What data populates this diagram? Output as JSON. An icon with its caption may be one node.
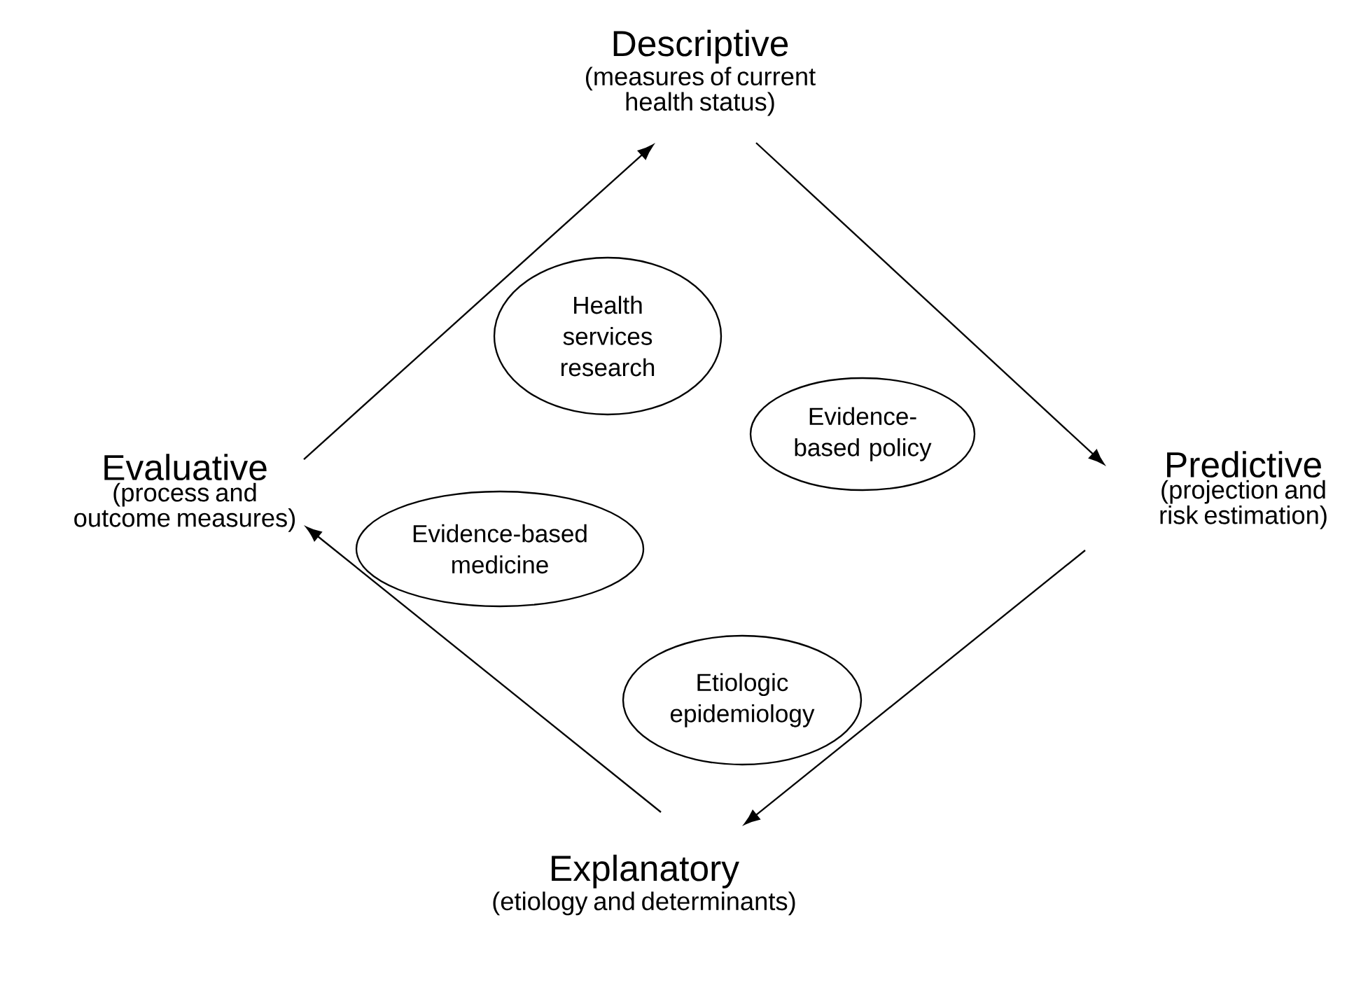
{
  "diagram": {
    "nodes": [
      {
        "text": [
          "Descriptive",
          "(measures of current health status)"
        ]
      },
      {
        "text": [
          "Health services research"
        ]
      },
      {
        "text": [
          "Evidence-based policy"
        ]
      },
      {
        "text": [
          "Evaluative",
          "(process and outcome measures)"
        ]
      },
      {
        "text": [
          "Predictive",
          "(projection and risk estimation)"
        ]
      },
      {
        "text": [
          "Evidence-based medicine"
        ]
      },
      {
        "text": [
          "Etiologic epidemiology"
        ]
      },
      {
        "text": [
          "Explanatory",
          "(etiology and determinants)"
        ]
      }
    ],
    "edges": [
      {
        "from": 3,
        "to": 0,
        "arrow": "to"
      },
      {
        "from": 0,
        "to": 4,
        "arrow": "to"
      },
      {
        "from": 4,
        "to": 7,
        "arrow": "to"
      },
      {
        "from": 7,
        "to": 3,
        "arrow": "to"
      }
    ]
  }
}
